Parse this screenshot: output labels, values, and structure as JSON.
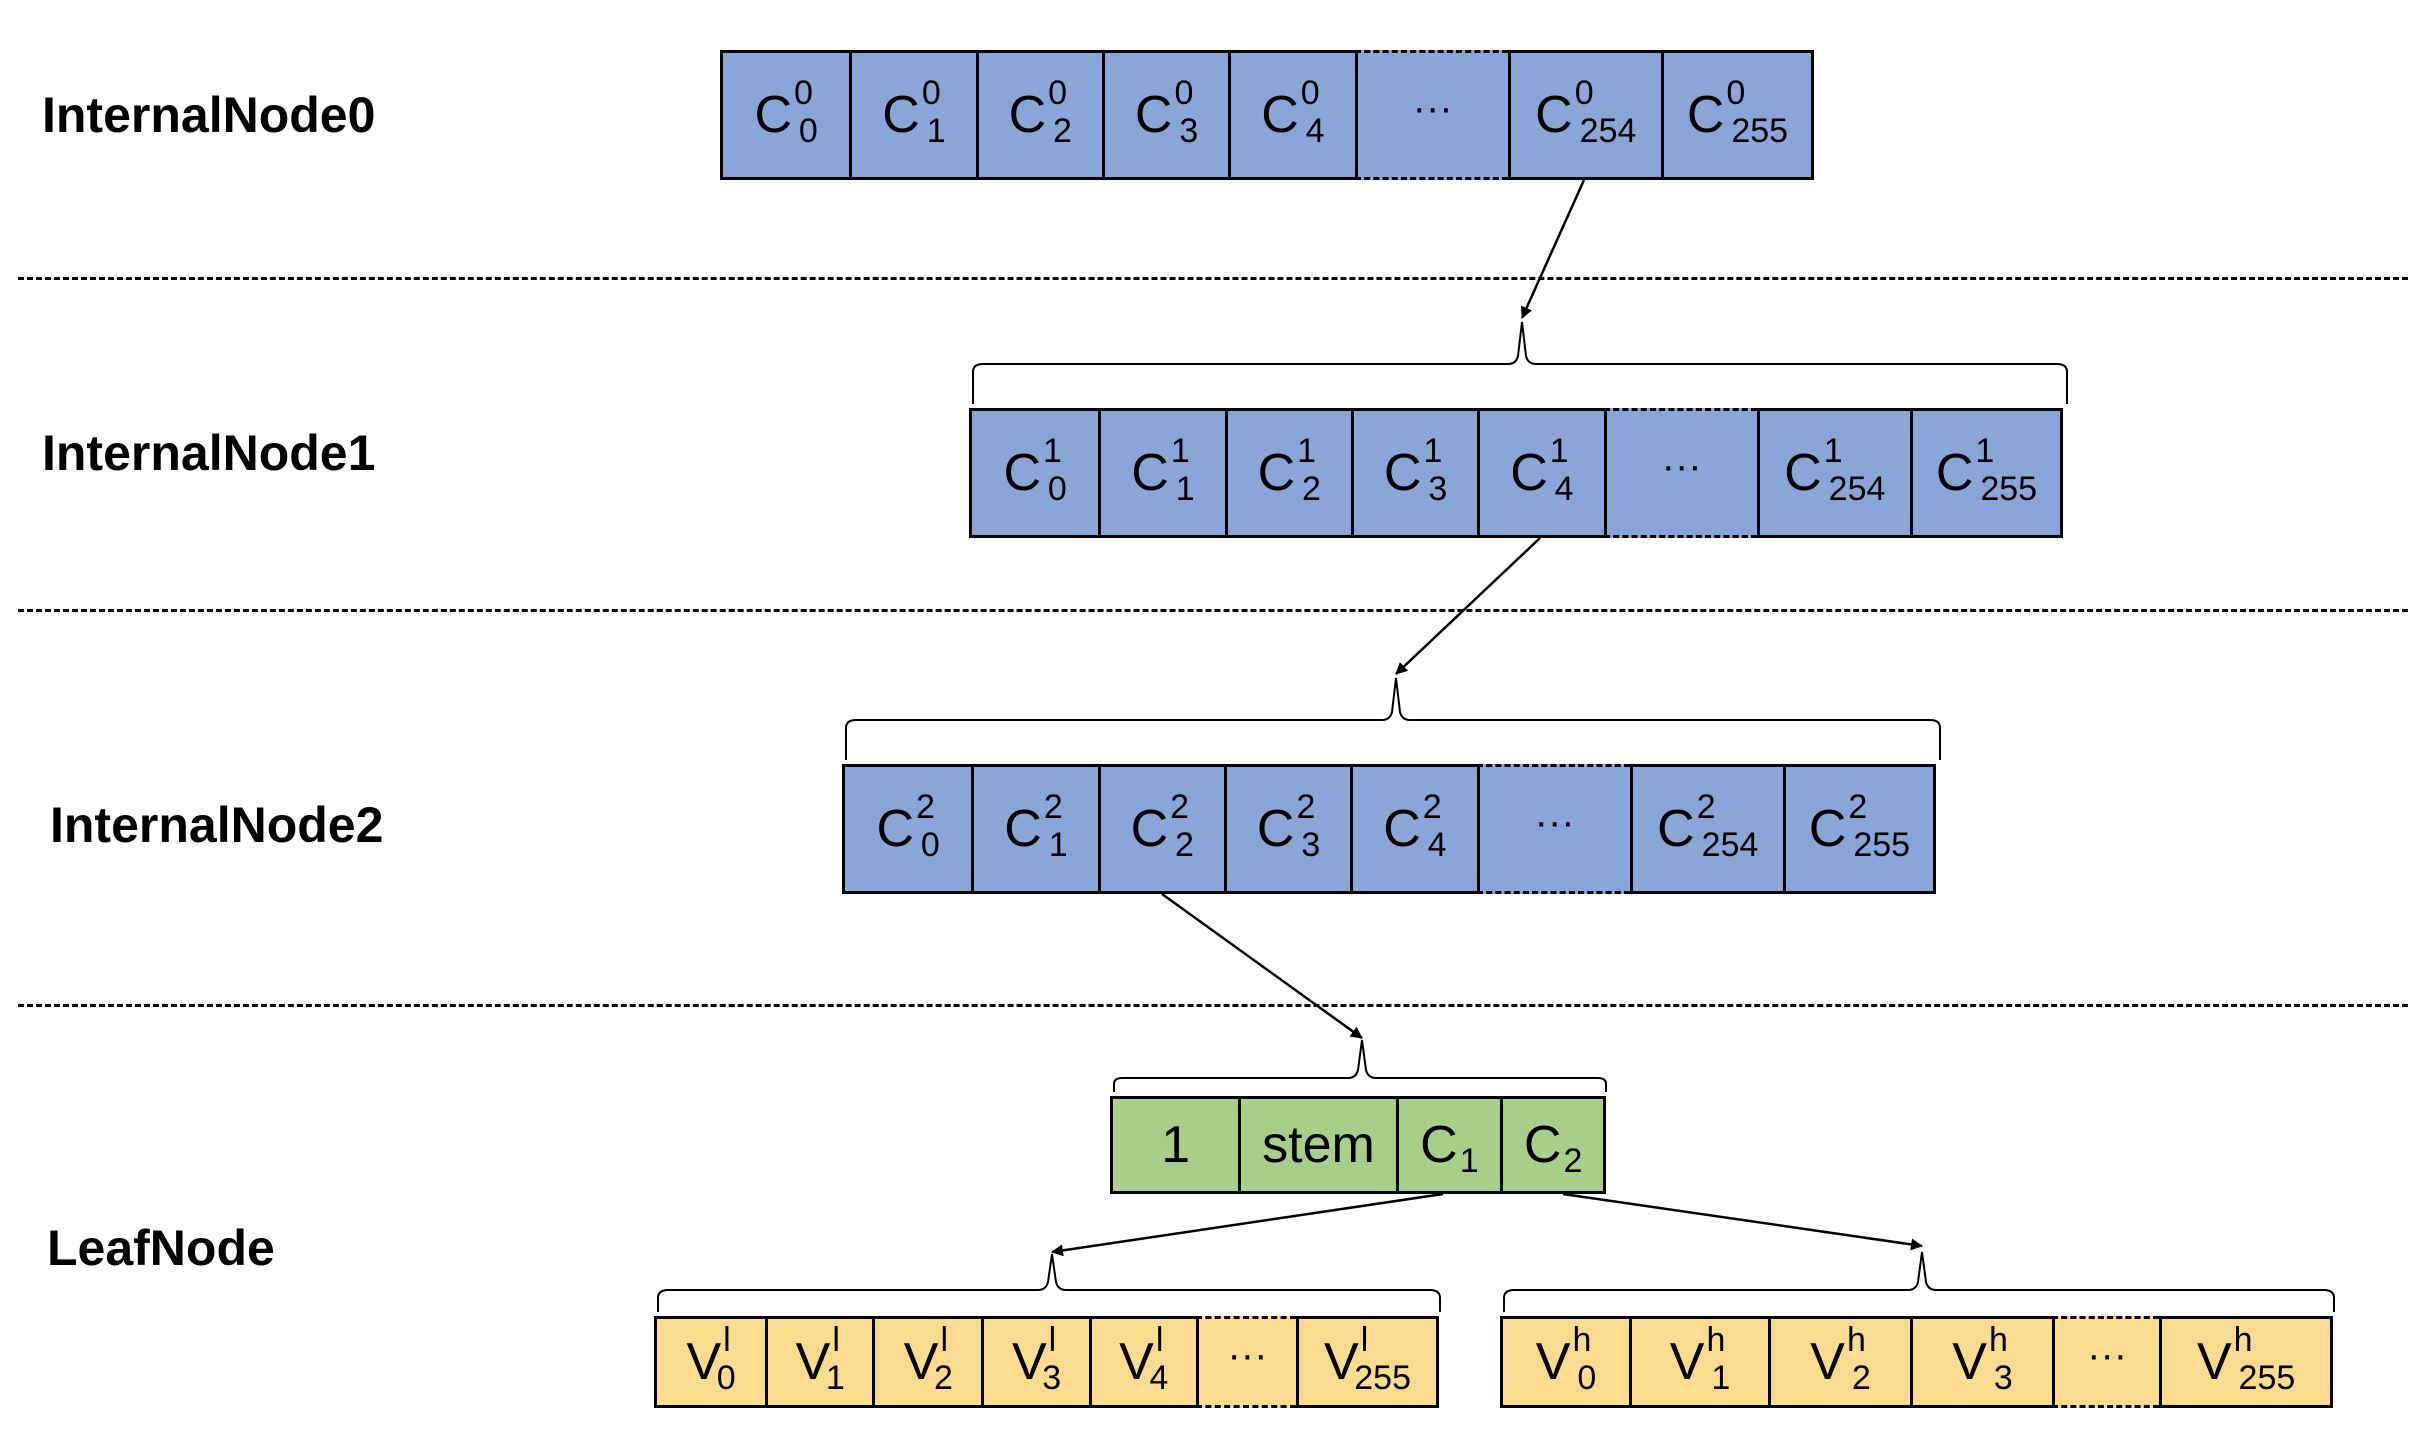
{
  "layers": {
    "internal0": "InternalNode0",
    "internal1": "InternalNode1",
    "internal2": "InternalNode2",
    "leaf": "LeafNode"
  },
  "rows": {
    "internal0": {
      "color": "#8aa6d8",
      "cells": [
        {
          "base": "C",
          "sup": "0",
          "sub": "0"
        },
        {
          "base": "C",
          "sup": "0",
          "sub": "1"
        },
        {
          "base": "C",
          "sup": "0",
          "sub": "2"
        },
        {
          "base": "C",
          "sup": "0",
          "sub": "3"
        },
        {
          "base": "C",
          "sup": "0",
          "sub": "4"
        },
        {
          "base": "···"
        },
        {
          "base": "C",
          "sup": "0",
          "sub": "254"
        },
        {
          "base": "C",
          "sup": "0",
          "sub": "255"
        }
      ]
    },
    "internal1": {
      "color": "#8aa6d8",
      "cells": [
        {
          "base": "C",
          "sup": "1",
          "sub": "0"
        },
        {
          "base": "C",
          "sup": "1",
          "sub": "1"
        },
        {
          "base": "C",
          "sup": "1",
          "sub": "2"
        },
        {
          "base": "C",
          "sup": "1",
          "sub": "3"
        },
        {
          "base": "C",
          "sup": "1",
          "sub": "4"
        },
        {
          "base": "···"
        },
        {
          "base": "C",
          "sup": "1",
          "sub": "254"
        },
        {
          "base": "C",
          "sup": "1",
          "sub": "255"
        }
      ]
    },
    "internal2": {
      "color": "#8aa6d8",
      "cells": [
        {
          "base": "C",
          "sup": "2",
          "sub": "0"
        },
        {
          "base": "C",
          "sup": "2",
          "sub": "1"
        },
        {
          "base": "C",
          "sup": "2",
          "sub": "2"
        },
        {
          "base": "C",
          "sup": "2",
          "sub": "3"
        },
        {
          "base": "C",
          "sup": "2",
          "sub": "4"
        },
        {
          "base": "···"
        },
        {
          "base": "C",
          "sup": "2",
          "sub": "254"
        },
        {
          "base": "C",
          "sup": "2",
          "sub": "255"
        }
      ]
    },
    "leaf": {
      "color": "#a7cf8a",
      "cells": [
        {
          "base": "1"
        },
        {
          "base": "stem"
        },
        {
          "base": "C",
          "sub": "1"
        },
        {
          "base": "C",
          "sub": "2"
        }
      ]
    },
    "values_low": {
      "color": "#fbdb8f",
      "cells": [
        {
          "base": "V",
          "sup": "l",
          "sub": "0"
        },
        {
          "base": "V",
          "sup": "l",
          "sub": "1"
        },
        {
          "base": "V",
          "sup": "l",
          "sub": "2"
        },
        {
          "base": "V",
          "sup": "l",
          "sub": "3"
        },
        {
          "base": "V",
          "sup": "l",
          "sub": "4"
        },
        {
          "base": "···"
        },
        {
          "base": "V",
          "sup": "l",
          "sub": "255"
        }
      ]
    },
    "values_high": {
      "color": "#fbdb8f",
      "cells": [
        {
          "base": "V",
          "sup": "h",
          "sub": "0"
        },
        {
          "base": "V",
          "sup": "h",
          "sub": "1"
        },
        {
          "base": "V",
          "sup": "h",
          "sub": "2"
        },
        {
          "base": "V",
          "sup": "h",
          "sub": "3"
        },
        {
          "base": "···"
        },
        {
          "base": "V",
          "sup": "h",
          "sub": "255"
        }
      ]
    }
  }
}
